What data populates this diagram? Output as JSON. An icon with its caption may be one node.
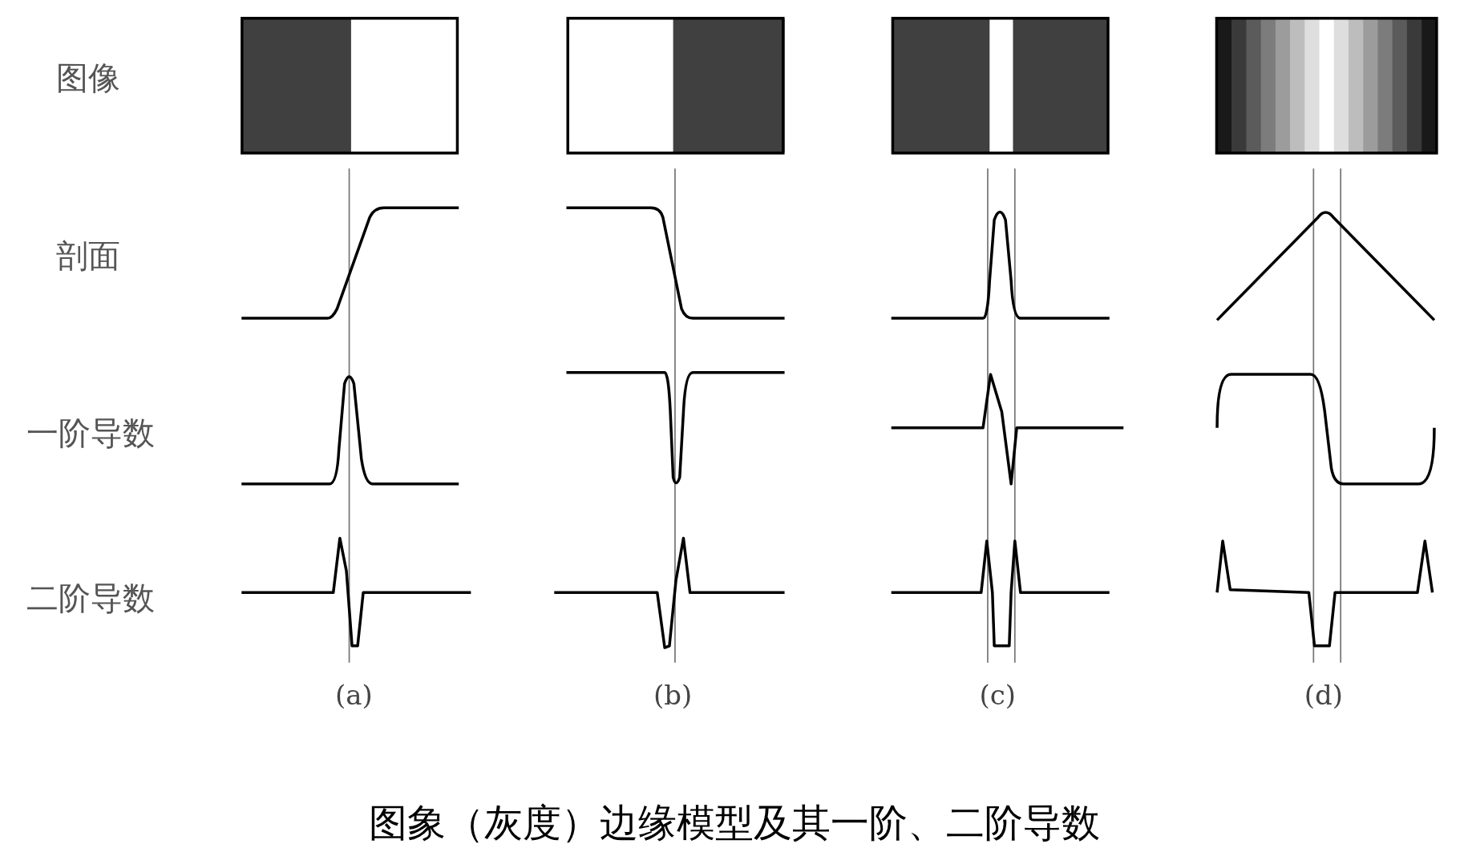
{
  "diagram": {
    "caption": "图象（灰度）边缘模型及其一阶、二阶导数",
    "labels": [
      "图像",
      "剖面",
      "一阶导数",
      "二阶导数",
      "(a)",
      "(b)",
      "(c)",
      "(d)"
    ]
  }
}
